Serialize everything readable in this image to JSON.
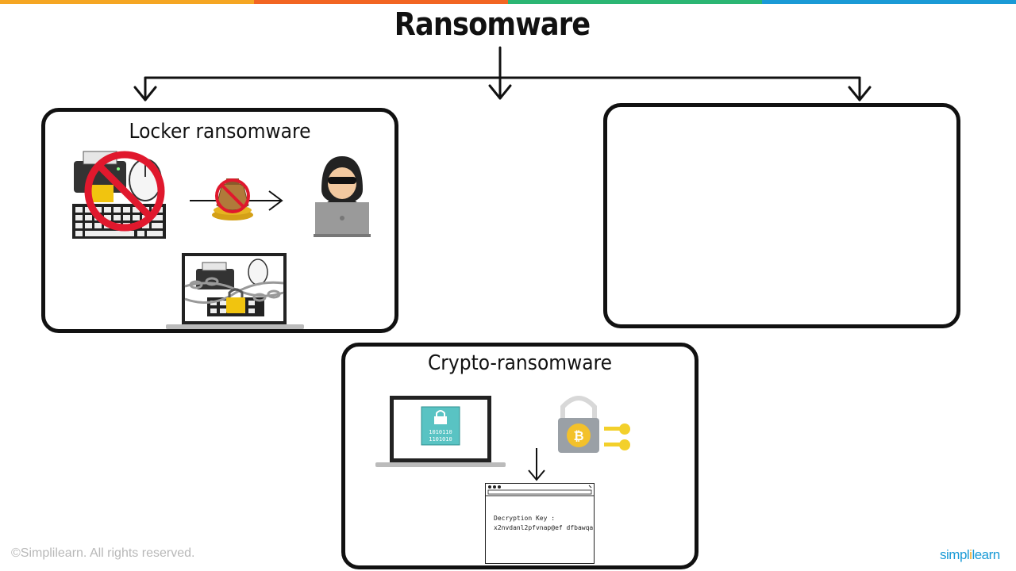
{
  "title": "Ransomware",
  "colors": {
    "topbar": [
      "#f5a623",
      "#f26522",
      "#2bb673",
      "#1a9ad6"
    ],
    "prohibit": "#e0182d",
    "key": "#f3d02b",
    "screen": "#59c3c3"
  },
  "locker": {
    "title": "Locker ransomware",
    "icons": [
      "printer-icon",
      "keyboard-icon",
      "mouse-icon",
      "prohibit-icon",
      "money-bag-icon",
      "arrow-right-icon",
      "hacker-icon",
      "laptop-icon",
      "chain-icon",
      "padlock-icon"
    ]
  },
  "crypto": {
    "title": "Crypto-ransomware",
    "decryption_key_label": "Decryption Key :",
    "decryption_key_value": "x2nvdanl2pfvnap@ef dfbawqa",
    "icons": [
      "laptop-icon",
      "encrypted-file-icon",
      "bitcoin-padlock-icon",
      "key-icon",
      "arrow-down-icon",
      "browser-window-icon"
    ]
  },
  "third_box": {
    "title": ""
  },
  "footer": {
    "copyright": "©Simplilearn. All rights reserved.",
    "logo_part1": "simpl",
    "logo_bar": "i",
    "logo_part2": "learn"
  }
}
